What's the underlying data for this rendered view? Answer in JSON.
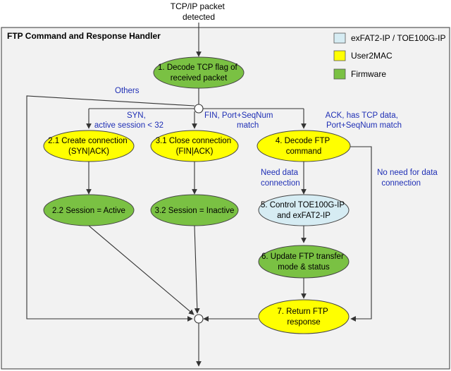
{
  "diagram": {
    "input_label": [
      "TCP/IP packet",
      "detected"
    ],
    "frame_title": "FTP Command and Response Handler",
    "legend": [
      {
        "label": "exFAT2-IP / TOE100G-IP",
        "color": "#d6ecf3"
      },
      {
        "label": "User2MAC",
        "color": "#ffff00"
      },
      {
        "label": "Firmware",
        "color": "#7ac143"
      }
    ],
    "colors": {
      "firmware": "#7ac143",
      "user2mac": "#ffff00",
      "ip": "#d6ecf3",
      "frame_bg": "#f2f2f2",
      "annotation": "#1f2fb5"
    },
    "nodes": {
      "n1": [
        "1. Decode TCP flag of",
        "received packet"
      ],
      "n21": [
        "2.1 Create connection",
        "(SYN|ACK)"
      ],
      "n22": [
        "2.2 Session = Active"
      ],
      "n31": [
        "3.1 Close connection",
        "(FIN|ACK)"
      ],
      "n32": [
        "3.2 Session = Inactive"
      ],
      "n4": [
        "4. Decode FTP",
        "command"
      ],
      "n5": [
        "5. Control TOE100G-IP",
        "and exFAT2-IP"
      ],
      "n6": [
        "6. Update FTP transfer",
        "mode & status"
      ],
      "n7": [
        "7. Return FTP",
        "response"
      ]
    },
    "annotations": {
      "others": [
        "Others"
      ],
      "syn": [
        "SYN,",
        "active session < 32"
      ],
      "fin": [
        "FIN, Port+SeqNum",
        "match"
      ],
      "ack": [
        "ACK, has TCP data,",
        "Port+SeqNum match"
      ],
      "need": [
        "Need data",
        "connection"
      ],
      "noneed": [
        "No need for data",
        "connection"
      ]
    }
  }
}
